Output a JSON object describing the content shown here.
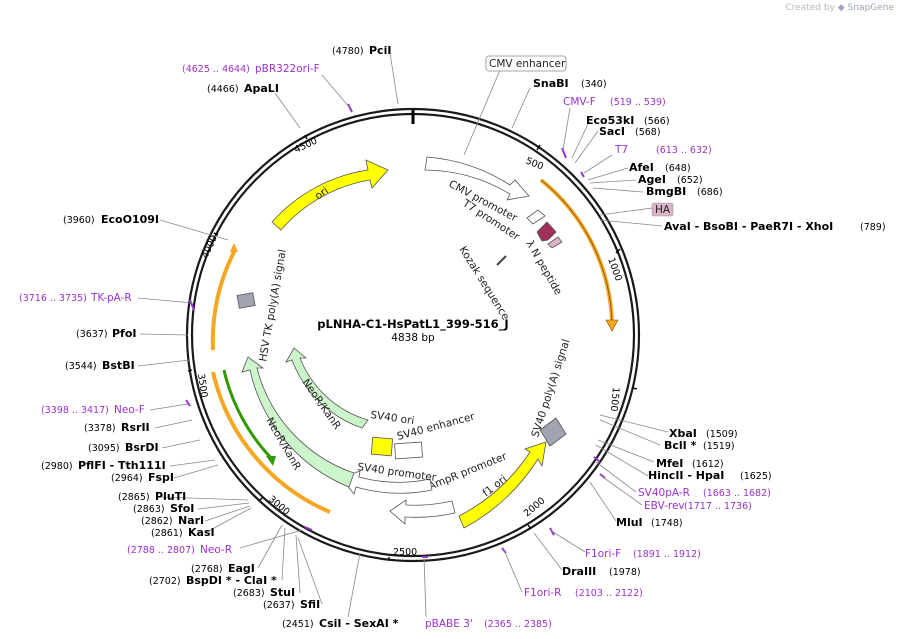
{
  "watermark": {
    "prefix": "Created by",
    "brand": "SnapGene"
  },
  "plasmid": {
    "name": "pLNHA-C1-HsPatL1_399-516_J",
    "size_label": "4838 bp",
    "length": 4838
  },
  "ruler_ticks": [
    "500",
    "1000",
    "1500",
    "2000",
    "2500",
    "3000",
    "3500",
    "4000",
    "4500"
  ],
  "enzymes": [
    {
      "name": "PciI",
      "pos": "(4780)"
    },
    {
      "name": "ApaLI",
      "pos": "(4466)"
    },
    {
      "name": "SnaBI",
      "pos": "(340)"
    },
    {
      "name": "Eco53kI",
      "pos": "(566)"
    },
    {
      "name": "SacI",
      "pos": "(568)"
    },
    {
      "name": "AfeI",
      "pos": "(648)"
    },
    {
      "name": "AgeI",
      "pos": "(652)"
    },
    {
      "name": "BmgBI",
      "pos": "(686)"
    },
    {
      "name": "AvaI - BsoBI - PaeR7I - XhoI",
      "pos": "(789)"
    },
    {
      "name": "EcoO109I",
      "pos": "(3960)"
    },
    {
      "name": "PfoI",
      "pos": "(3637)"
    },
    {
      "name": "BstBI",
      "pos": "(3544)"
    },
    {
      "name": "RsrII",
      "pos": "(3378)"
    },
    {
      "name": "BsrDI",
      "pos": "(3095)"
    },
    {
      "name": "PflFI - Tth111I",
      "pos": "(2980)"
    },
    {
      "name": "FspI",
      "pos": "(2964)"
    },
    {
      "name": "PluTI",
      "pos": "(2865)"
    },
    {
      "name": "SfoI",
      "pos": "(2863)"
    },
    {
      "name": "NarI",
      "pos": "(2862)"
    },
    {
      "name": "KasI",
      "pos": "(2861)"
    },
    {
      "name": "EagI",
      "pos": "(2768)"
    },
    {
      "name": "BspDI * - ClaI *",
      "pos": "(2702)"
    },
    {
      "name": "StuI",
      "pos": "(2683)"
    },
    {
      "name": "SfiI",
      "pos": "(2637)"
    },
    {
      "name": "CsiI - SexAI *",
      "pos": "(2451)"
    },
    {
      "name": "XbaI",
      "pos": "(1509)"
    },
    {
      "name": "BclI *",
      "pos": "(1519)"
    },
    {
      "name": "MfeI",
      "pos": "(1612)"
    },
    {
      "name": "HincII - HpaI",
      "pos": "(1625)"
    },
    {
      "name": "MluI",
      "pos": "(1748)"
    },
    {
      "name": "DraIII",
      "pos": "(1978)"
    }
  ],
  "primers": [
    {
      "name": "pBR322ori-F",
      "pos": "(4625 .. 4644)"
    },
    {
      "name": "CMV-F",
      "pos": "(519 .. 539)"
    },
    {
      "name": "T7",
      "pos": "(613 .. 632)"
    },
    {
      "name": "TK-pA-R",
      "pos": "(3716 .. 3735)"
    },
    {
      "name": "Neo-F",
      "pos": "(3398 .. 3417)"
    },
    {
      "name": "Neo-R",
      "pos": "(2788 .. 2807)"
    },
    {
      "name": "SV40pA-R",
      "pos": "(1663 .. 1682)"
    },
    {
      "name": "EBV-rev",
      "pos": "(1717 .. 1736)"
    },
    {
      "name": "F1ori-F",
      "pos": "(1891 .. 1912)"
    },
    {
      "name": "F1ori-R",
      "pos": "(2103 .. 2122)"
    },
    {
      "name": "pBABE 3'",
      "pos": "(2365 .. 2385)"
    }
  ],
  "boxed_labels": {
    "cmv_enhancer": "CMV enhancer",
    "ha": "HA"
  },
  "features": {
    "ori": "ori",
    "cmv_promoter": "CMV promoter",
    "t7_promoter": "T7 promoter",
    "lambda_n": "λ N peptide",
    "kozak": "Kozak sequence",
    "hsv_tk": "HSV TK poly(A) signal",
    "sv40_polya": "SV40 poly(A) signal",
    "neo1": "NeoR/KanR",
    "neo2": "NeoR/KanR",
    "sv40_ori": "SV40 ori",
    "sv40_enh": "SV40 enhancer",
    "sv40_prom": "SV40 promoter",
    "ampr_prom": "AmpR promoter",
    "f1_ori": "f1 ori"
  },
  "colors": {
    "backbone": "#1a1a1a",
    "ori": "#ffff00",
    "neo": "#ccf5cc",
    "neo_dark": "#339900",
    "orf": "#f5a623",
    "primer": "#9a32cd",
    "hsv_box": "#a0a4b0",
    "lambda": "#a0305a",
    "ha": "#dcb2c8"
  }
}
